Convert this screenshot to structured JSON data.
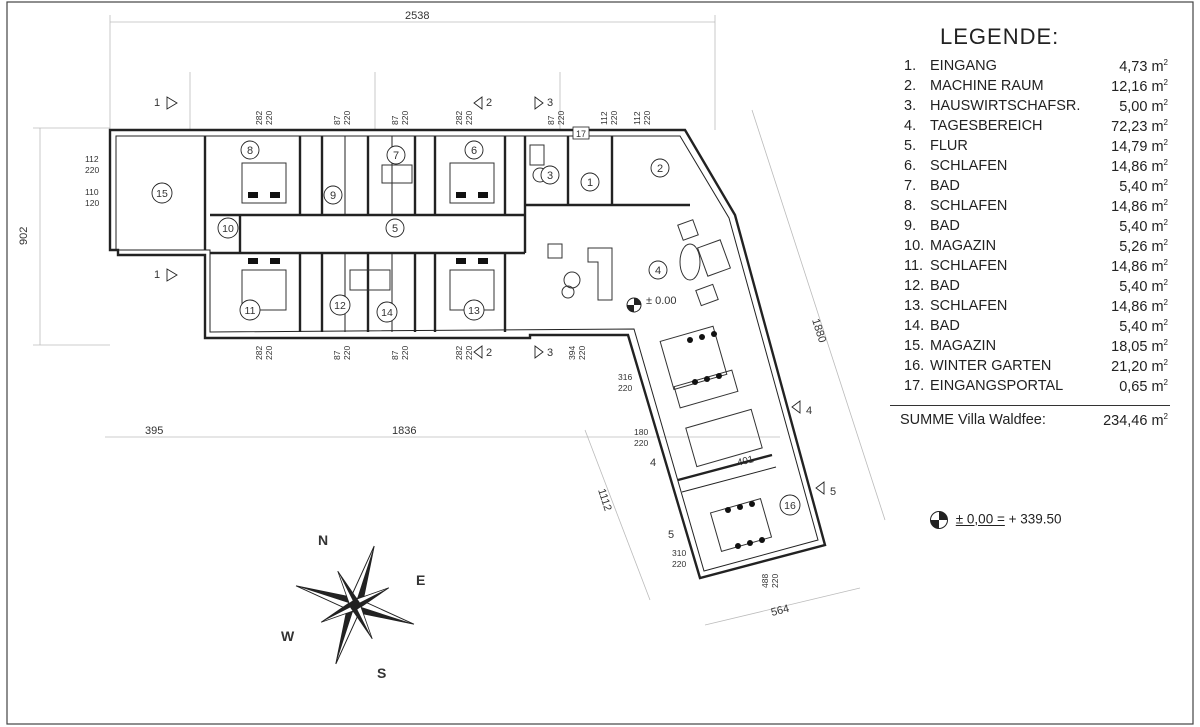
{
  "legend": {
    "title": "LEGENDE:",
    "items": [
      {
        "n": "1.",
        "name": "EINGANG",
        "area": "4,73 m"
      },
      {
        "n": "2.",
        "name": "MACHINE RAUM",
        "area": "12,16 m"
      },
      {
        "n": "3.",
        "name": "HAUSWIRTSCHAFSR.",
        "area": "5,00 m"
      },
      {
        "n": "4.",
        "name": "TAGESBEREICH",
        "area": "72,23 m"
      },
      {
        "n": "5.",
        "name": "FLUR",
        "area": "14,79 m"
      },
      {
        "n": "6.",
        "name": "SCHLAFEN",
        "area": "14,86 m"
      },
      {
        "n": "7.",
        "name": "BAD",
        "area": "5,40 m"
      },
      {
        "n": "8.",
        "name": "SCHLAFEN",
        "area": "14,86 m"
      },
      {
        "n": "9.",
        "name": "BAD",
        "area": "5,40 m"
      },
      {
        "n": "10.",
        "name": "MAGAZIN",
        "area": "5,26 m"
      },
      {
        "n": "11.",
        "name": "SCHLAFEN",
        "area": "14,86 m"
      },
      {
        "n": "12.",
        "name": "BAD",
        "area": "5,40 m"
      },
      {
        "n": "13.",
        "name": "SCHLAFEN",
        "area": "14,86 m"
      },
      {
        "n": "14.",
        "name": "BAD",
        "area": "5,40 m"
      },
      {
        "n": "15.",
        "name": "MAGAZIN",
        "area": "18,05 m"
      },
      {
        "n": "16.",
        "name": "WINTER GARTEN",
        "area": "21,20 m"
      },
      {
        "n": "17.",
        "name": "EINGANGSPORTAL",
        "area": "0,65 m"
      }
    ],
    "area_unit_exponent": "2",
    "total_label": "SUMME Villa Waldfee:",
    "total_value": "234,46 m"
  },
  "elevation_note": {
    "label": "± 0,00 =",
    "value": "+ 339.50"
  },
  "plan": {
    "level_mark": "± 0.00",
    "dimensions": {
      "top": "2538",
      "left": "902",
      "bottom_left": "395",
      "bottom_mid": "1836",
      "diag_right": "1880",
      "diag_lower": "1112",
      "wing_bottom": "564",
      "wing_inner": "401"
    },
    "room_numbers": [
      "1",
      "2",
      "3",
      "4",
      "5",
      "6",
      "7",
      "8",
      "9",
      "10",
      "11",
      "12",
      "13",
      "14",
      "15",
      "16"
    ],
    "openings_top": [
      {
        "w": "282",
        "h": "220"
      },
      {
        "w": "87",
        "h": "220"
      },
      {
        "w": "87",
        "h": "220"
      },
      {
        "w": "282",
        "h": "220"
      },
      {
        "w": "87",
        "h": "220"
      },
      {
        "w": "112",
        "h": "220"
      },
      {
        "w": "112",
        "h": "220"
      }
    ],
    "openings_bottom": [
      {
        "w": "282",
        "h": "220"
      },
      {
        "w": "87",
        "h": "220"
      },
      {
        "w": "87",
        "h": "220"
      },
      {
        "w": "282",
        "h": "220"
      },
      {
        "w": "394",
        "h": "220"
      }
    ],
    "openings_left": [
      {
        "w": "112",
        "h": "220"
      },
      {
        "w": "110",
        "h": "120"
      }
    ],
    "openings_wing": [
      {
        "w": "316",
        "h": "220"
      },
      {
        "w": "180",
        "h": "220"
      },
      {
        "w": "310",
        "h": "220"
      },
      {
        "w": "488",
        "h": "220"
      }
    ],
    "small_tag": "17",
    "section_marks": {
      "s1": "1",
      "s2": "2",
      "s3": "3",
      "s4": "4",
      "s5": "5"
    }
  },
  "compass": {
    "n": "N",
    "e": "E",
    "s": "S",
    "w": "W"
  }
}
